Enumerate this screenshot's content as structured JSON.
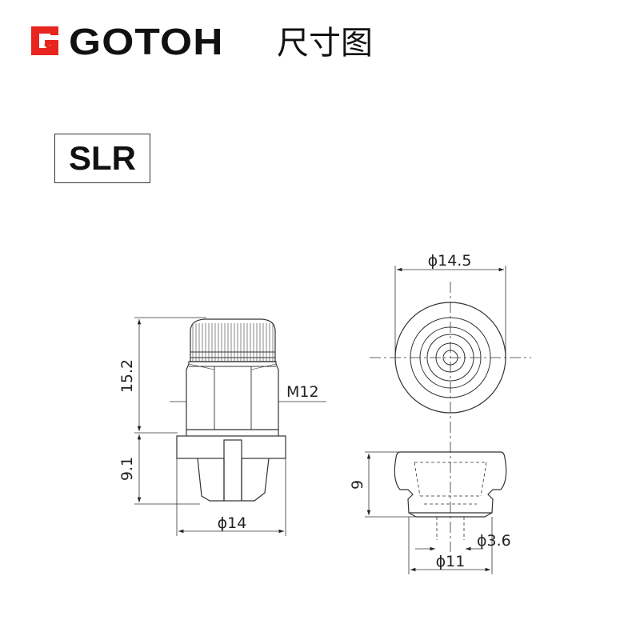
{
  "header": {
    "brand_name": "GOTOH",
    "logo_icon": "gotoh-g-logo-icon",
    "brand_color": "#e8251f",
    "doc_title": "尺寸图"
  },
  "model": {
    "label": "SLR"
  },
  "side_view": {
    "height_upper": "15.2",
    "height_lower": "9.1",
    "thread": "M12",
    "diameter": "ϕ14"
  },
  "top_view": {
    "diameter": "ϕ14.5"
  },
  "end_view": {
    "height": "9",
    "hole_diameter": "ϕ3.6",
    "diameter": "ϕ11"
  }
}
